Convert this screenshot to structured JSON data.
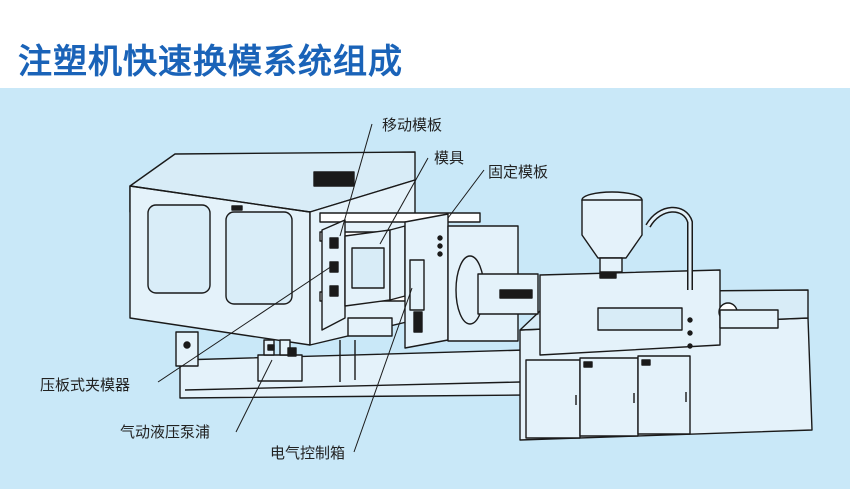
{
  "title": "注塑机快速换模系统组成",
  "labels": {
    "moving_platen": "移动模板",
    "mold": "模具",
    "fixed_platen": "固定模板",
    "platen_clamp": "压板式夹模器",
    "pneumatic_pump": "气动液压泵浦",
    "control_box": "电气控制箱"
  },
  "colors": {
    "title": "#1a63b8",
    "background_panel": "#c9e8f8",
    "machine_fill": "#e4f2fa",
    "line": "#1a1a1a"
  }
}
